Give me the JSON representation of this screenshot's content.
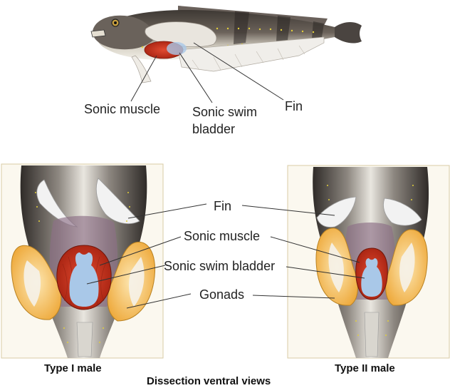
{
  "labels": {
    "top_sonic_muscle": "Sonic muscle",
    "top_sonic_swim_bladder_line1": "Sonic swim",
    "top_sonic_swim_bladder_line2": "bladder",
    "top_fin": "Fin",
    "mid_fin": "Fin",
    "mid_sonic_muscle": "Sonic muscle",
    "mid_sonic_swim_bladder": "Sonic swim bladder",
    "mid_gonads": "Gonads"
  },
  "captions": {
    "type1": "Type I male",
    "type2": "Type II male",
    "bottom": "Dissection ventral views"
  },
  "colors": {
    "fish_body": "#4a4540",
    "fish_belly": "#e8e4dc",
    "muscle_red": "#c8321e",
    "bladder_blue": "#a9c8e8",
    "gonad_orange": "#f0b64a",
    "fin_white": "#f2f2f2",
    "leader_line": "#333333"
  }
}
